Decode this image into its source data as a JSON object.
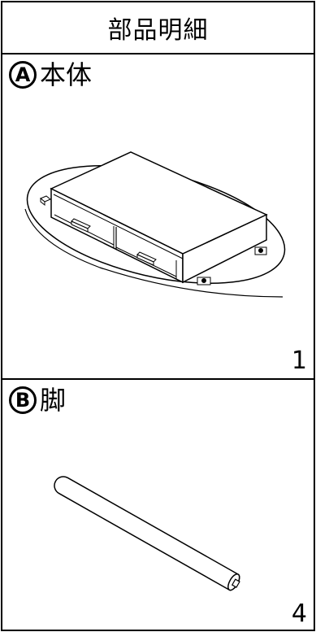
{
  "title": "部品明細",
  "parts": [
    {
      "letter": "A",
      "name": "本体",
      "quantity": "1"
    },
    {
      "letter": "B",
      "name": "脚",
      "quantity": "4"
    }
  ]
}
